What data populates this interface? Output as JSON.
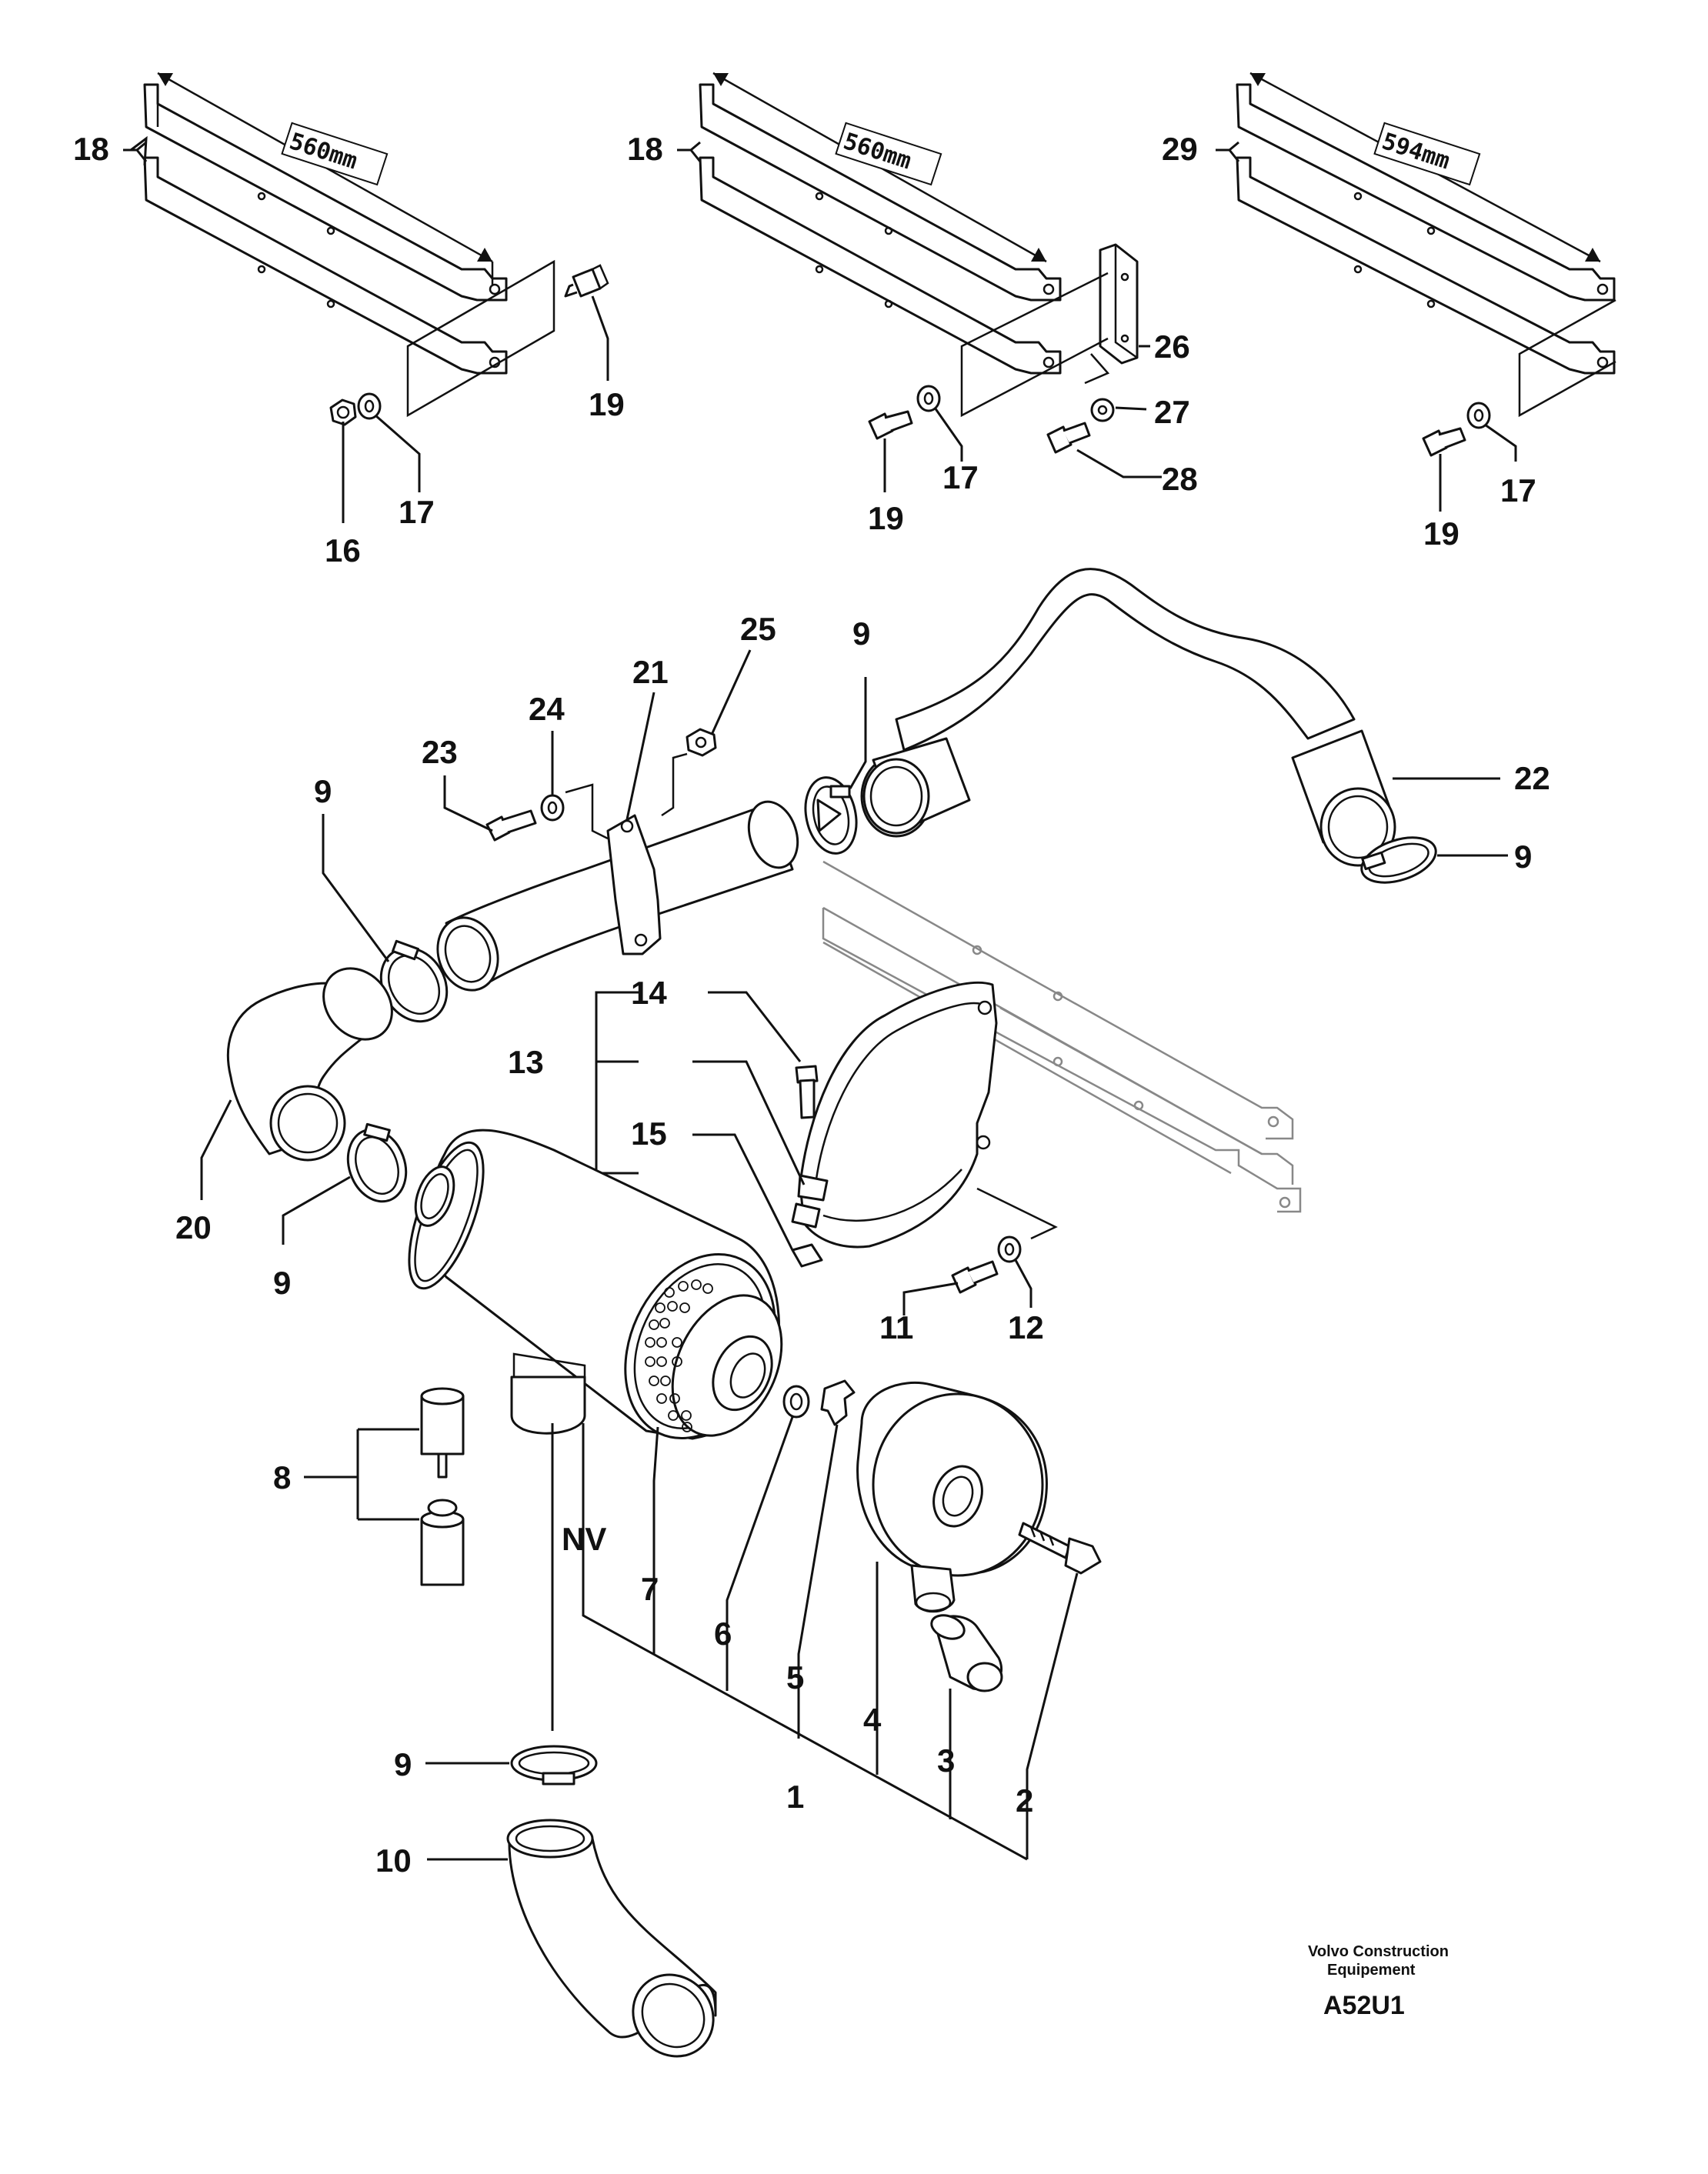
{
  "labels": {
    "l18a": "18",
    "l16": "16",
    "l17a": "17",
    "l19a": "19",
    "dim_a": "560mm",
    "l18b": "18",
    "l19b": "19",
    "l17b": "17",
    "l26": "26",
    "l27": "27",
    "l28": "28",
    "dim_b": "560mm",
    "l29": "29",
    "l19c": "19",
    "l17c": "17",
    "dim_c": "594mm",
    "l25": "25",
    "l24": "24",
    "l23": "23",
    "l21": "21",
    "l9a": "9",
    "l9b": "9",
    "l9c": "9",
    "l9d": "9",
    "l9e": "9",
    "l22": "22",
    "l20": "20",
    "l14": "14",
    "l13": "13",
    "l15": "15",
    "l11": "11",
    "l12": "12",
    "l8": "8",
    "lNV": "NV",
    "l7": "7",
    "l6": "6",
    "l5": "5",
    "l4": "4",
    "l3": "3",
    "l2": "2",
    "l1": "1",
    "l10": "10"
  },
  "footer": {
    "company_line1": "Volvo Construction",
    "company_line2": "Equipement",
    "code": "A52U1"
  }
}
